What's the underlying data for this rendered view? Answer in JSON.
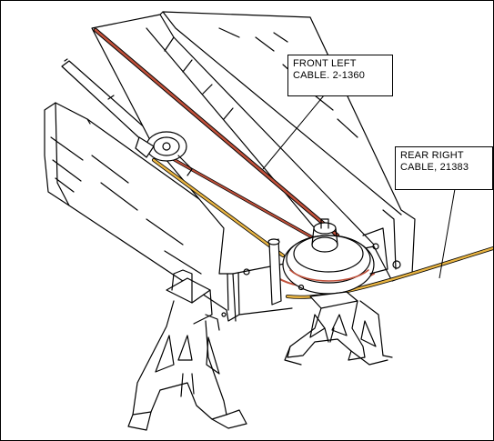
{
  "colors": {
    "front_left_cable": "#c0503a",
    "rear_right_cable": "#e8b443",
    "line": "#000000",
    "background": "#ffffff"
  },
  "callouts": {
    "front_left": {
      "line1": "FRONT LEFT",
      "line2": "CABLE. 2-1360"
    },
    "rear_right": {
      "line1": "REAR RIGHT",
      "line2": "CABLE, 21383"
    }
  }
}
